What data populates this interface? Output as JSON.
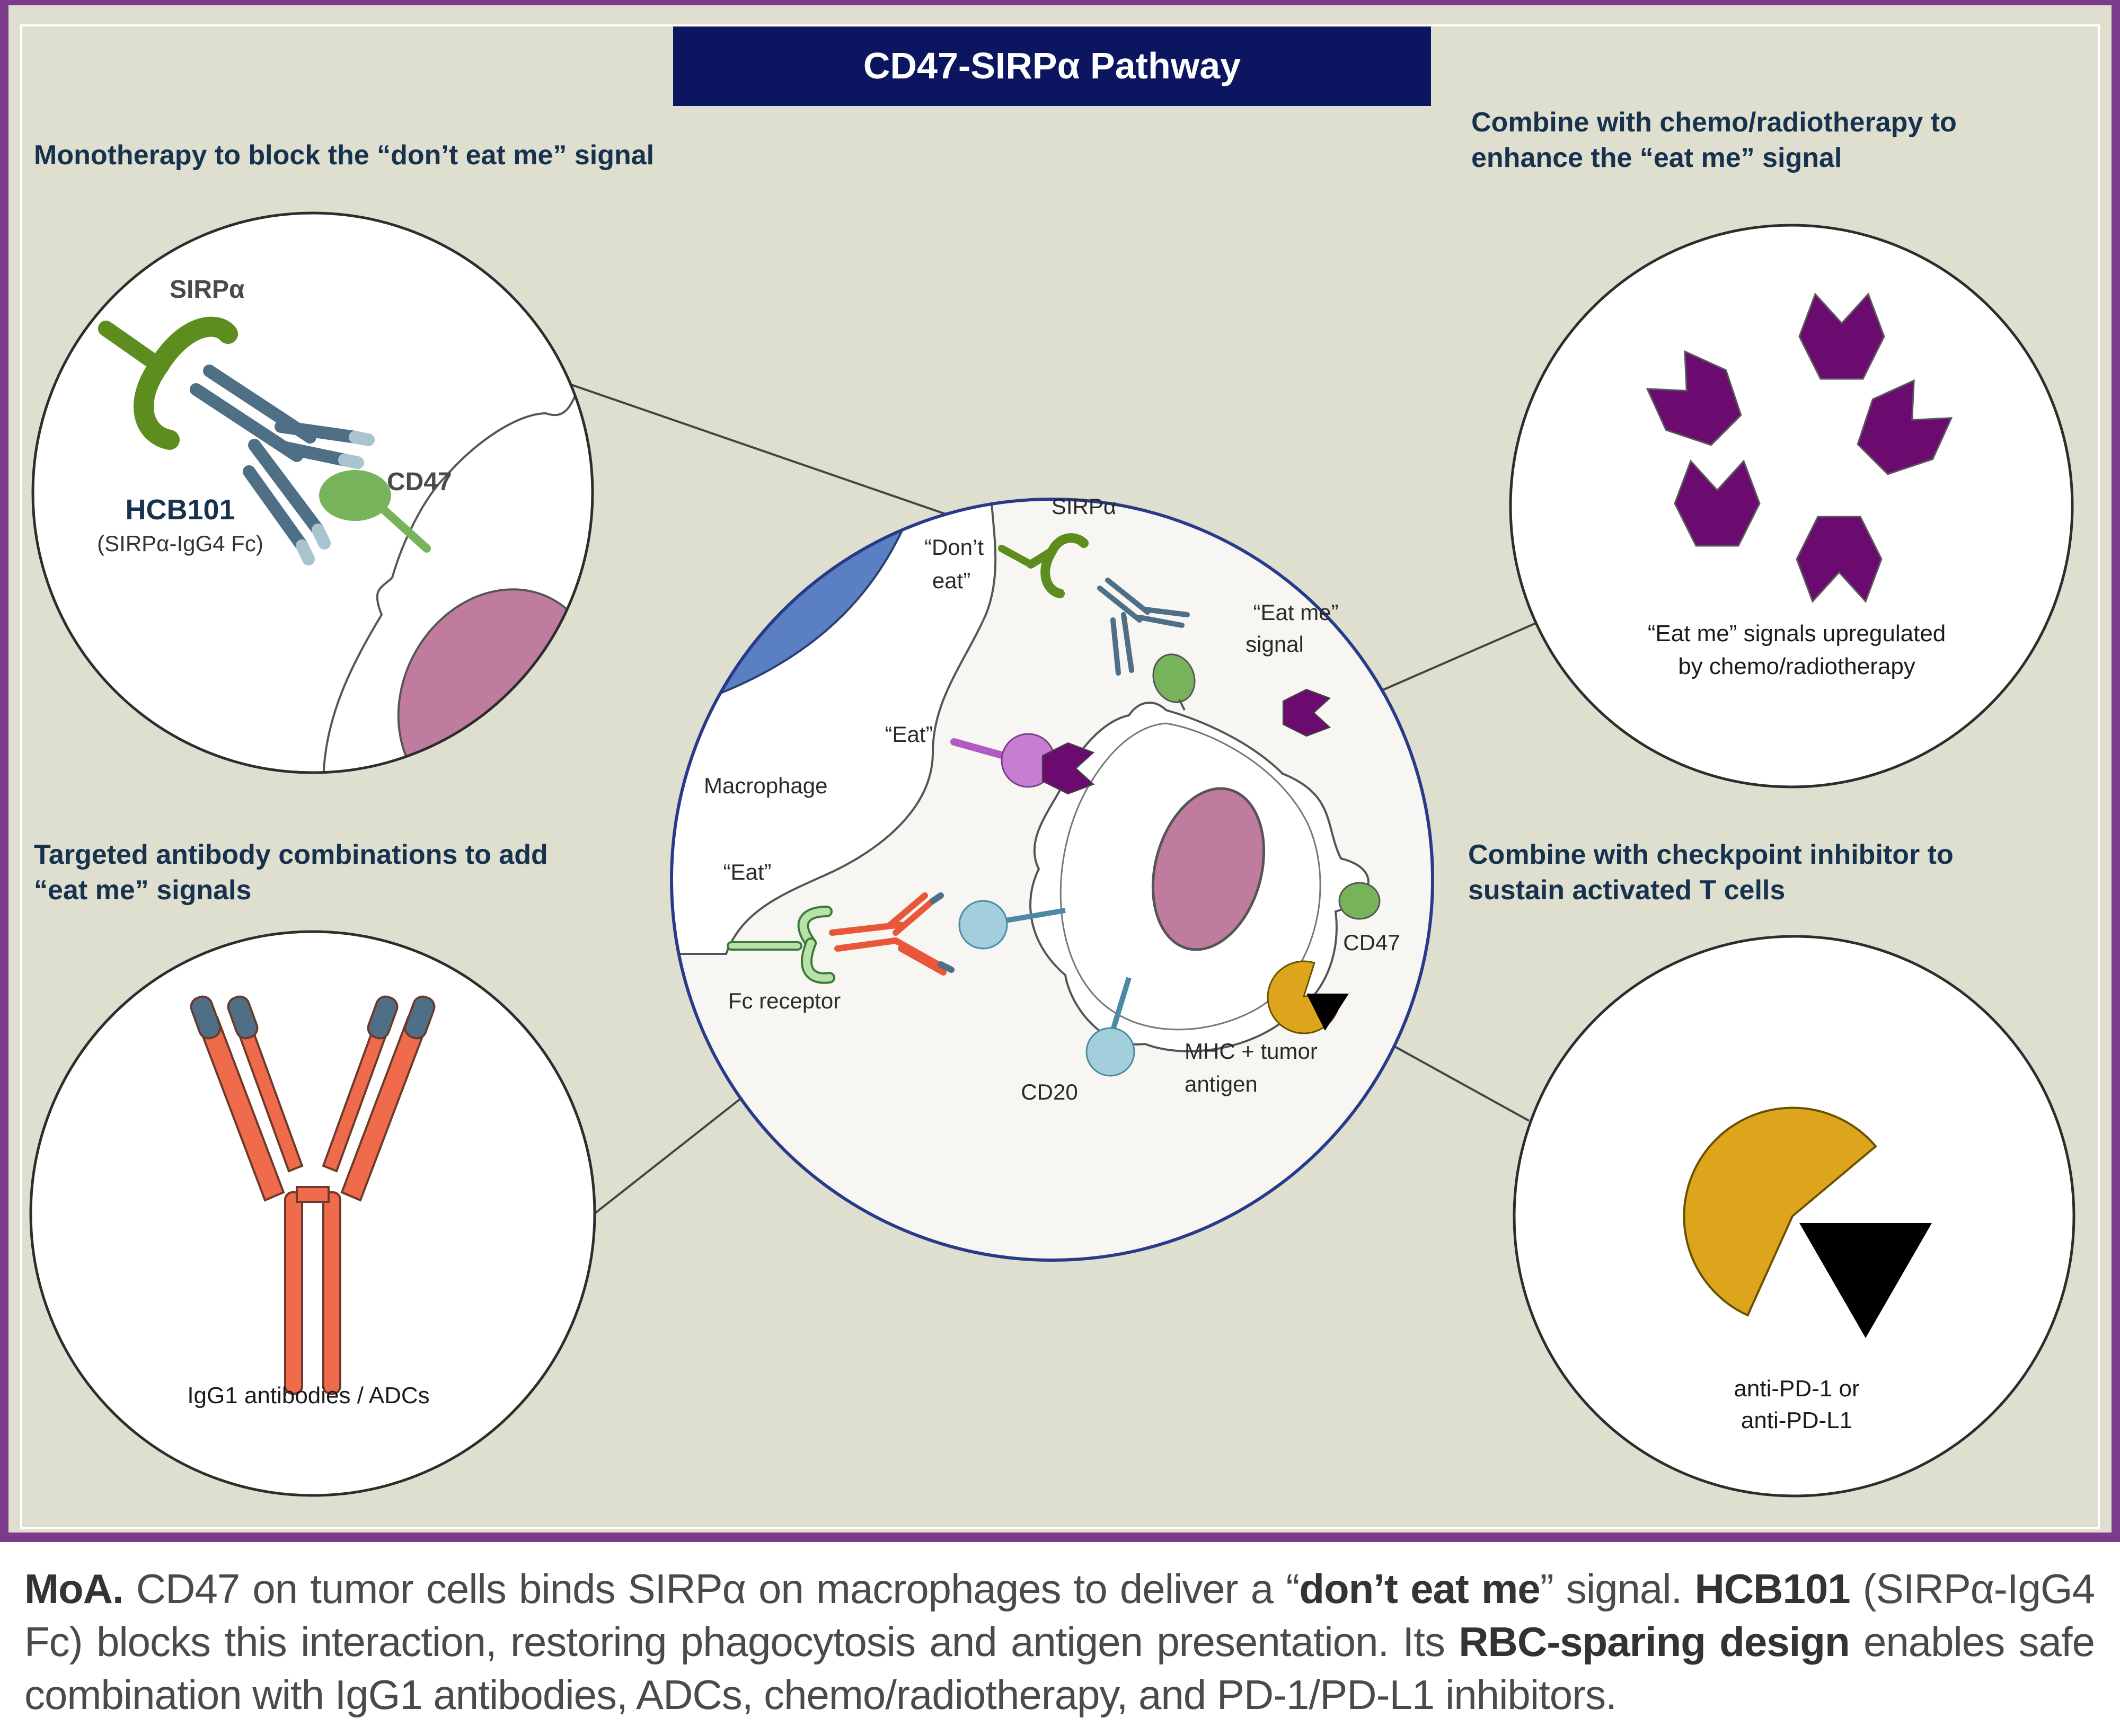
{
  "title": "CD47-SIRPα Pathway",
  "panels": {
    "top_left": {
      "heading": "Monotherapy to block the “don’t eat me” signal",
      "label_sirpa": "SIRPα",
      "label_cd47": "CD47",
      "label_drug": "HCB101",
      "label_drug_sub": "(SIRPα-IgG4 Fc)"
    },
    "top_right": {
      "heading_line1": "Combine with chemo/radiotherapy to",
      "heading_line2": "enhance the “eat me” signal",
      "label_line1": "“Eat me” signals upregulated",
      "label_line2": "by chemo/radiotherapy"
    },
    "bottom_left": {
      "heading_line1": "Targeted antibody combinations to add",
      "heading_line2": "“eat me” signals",
      "label": "IgG1 antibodies / ADCs"
    },
    "bottom_right": {
      "heading_line1": "Combine with checkpoint inhibitor to",
      "heading_line2": "sustain activated T cells",
      "label_line1": "anti-PD-1 or",
      "label_line2": "anti-PD-L1"
    }
  },
  "center": {
    "macrophage": "Macrophage",
    "dont_eat_1": "“Don’t",
    "dont_eat_2": "eat”",
    "sirpa": "SIRPα",
    "eat_me_1": "“Eat me”",
    "eat_me_2": "signal",
    "eat_1": "“Eat”",
    "eat_2": "“Eat”",
    "fc_receptor": "Fc receptor",
    "cd47": "CD47",
    "cd20": "CD20",
    "mhc_1": "MHC + tumor",
    "mhc_2": "antigen"
  },
  "caption": {
    "moa": "MoA.",
    "p1": " CD47 on tumor cells binds SIRPα on macrophages to deliver a “",
    "b1": "don’t eat me",
    "p2": "” signal. ",
    "b2": "HCB101",
    "p3": " (SIRPα-IgG4 Fc) blocks this interaction, restoring phagocytosis and antigen presentation. Its ",
    "b3": "RBC-sparing design",
    "p4": " enables safe combination with IgG1 antibodies, ADCs, chemo/radiotherapy, and PD-1/PD-L1 inhibitors."
  },
  "colors": {
    "panel_bg": "#dedfcf",
    "frame": "#7b3a8a",
    "title_bar": "#0c1560",
    "sirpa_green": "#5d8c1f",
    "cd47_green": "#77b35a",
    "hcb_blue": "#4f6f86",
    "igg1_orange": "#f06a4c",
    "eat_me_purple": "#6b0b6f",
    "pd_yellow": "#dca51b",
    "nucleus_pink": "#c07c9e",
    "macrophage_blue": "#5a7fc2"
  }
}
